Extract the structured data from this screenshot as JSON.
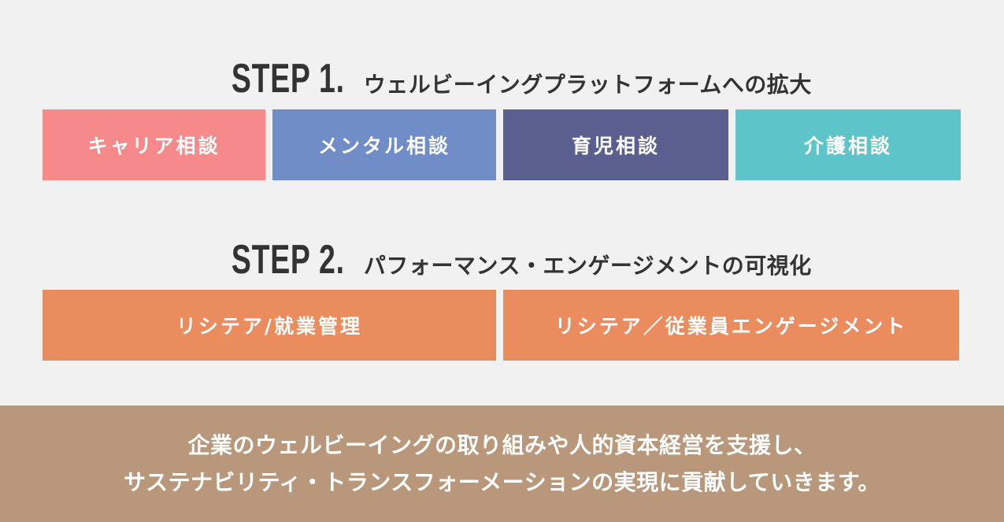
{
  "colors": {
    "background": "#f1f1f1",
    "heading_text": "#333333",
    "career": "#f6898a",
    "mental": "#708dc8",
    "childcare": "#5b5f90",
    "nursing": "#5dc5c9",
    "step2_box": "#eb8c5f",
    "band": "#b8977a"
  },
  "step1": {
    "label": "STEP 1.",
    "title": "ウェルビーイングプラットフォームへの拡大",
    "boxes": [
      {
        "label": "キャリア相談"
      },
      {
        "label": "メンタル相談"
      },
      {
        "label": "育児相談"
      },
      {
        "label": "介護相談"
      }
    ]
  },
  "step2": {
    "label": "STEP 2.",
    "title": "パフォーマンス・エンゲージメントの可視化",
    "boxes": [
      {
        "label": "リシテア/就業管理"
      },
      {
        "label": "リシテア／従業員エンゲージメント"
      }
    ]
  },
  "band": {
    "line1": "企業のウェルビーイングの取り組みや人的資本経営を支援し、",
    "line2": "サステナビリティ・トランスフォーメーションの実現に貢献していきます。"
  }
}
